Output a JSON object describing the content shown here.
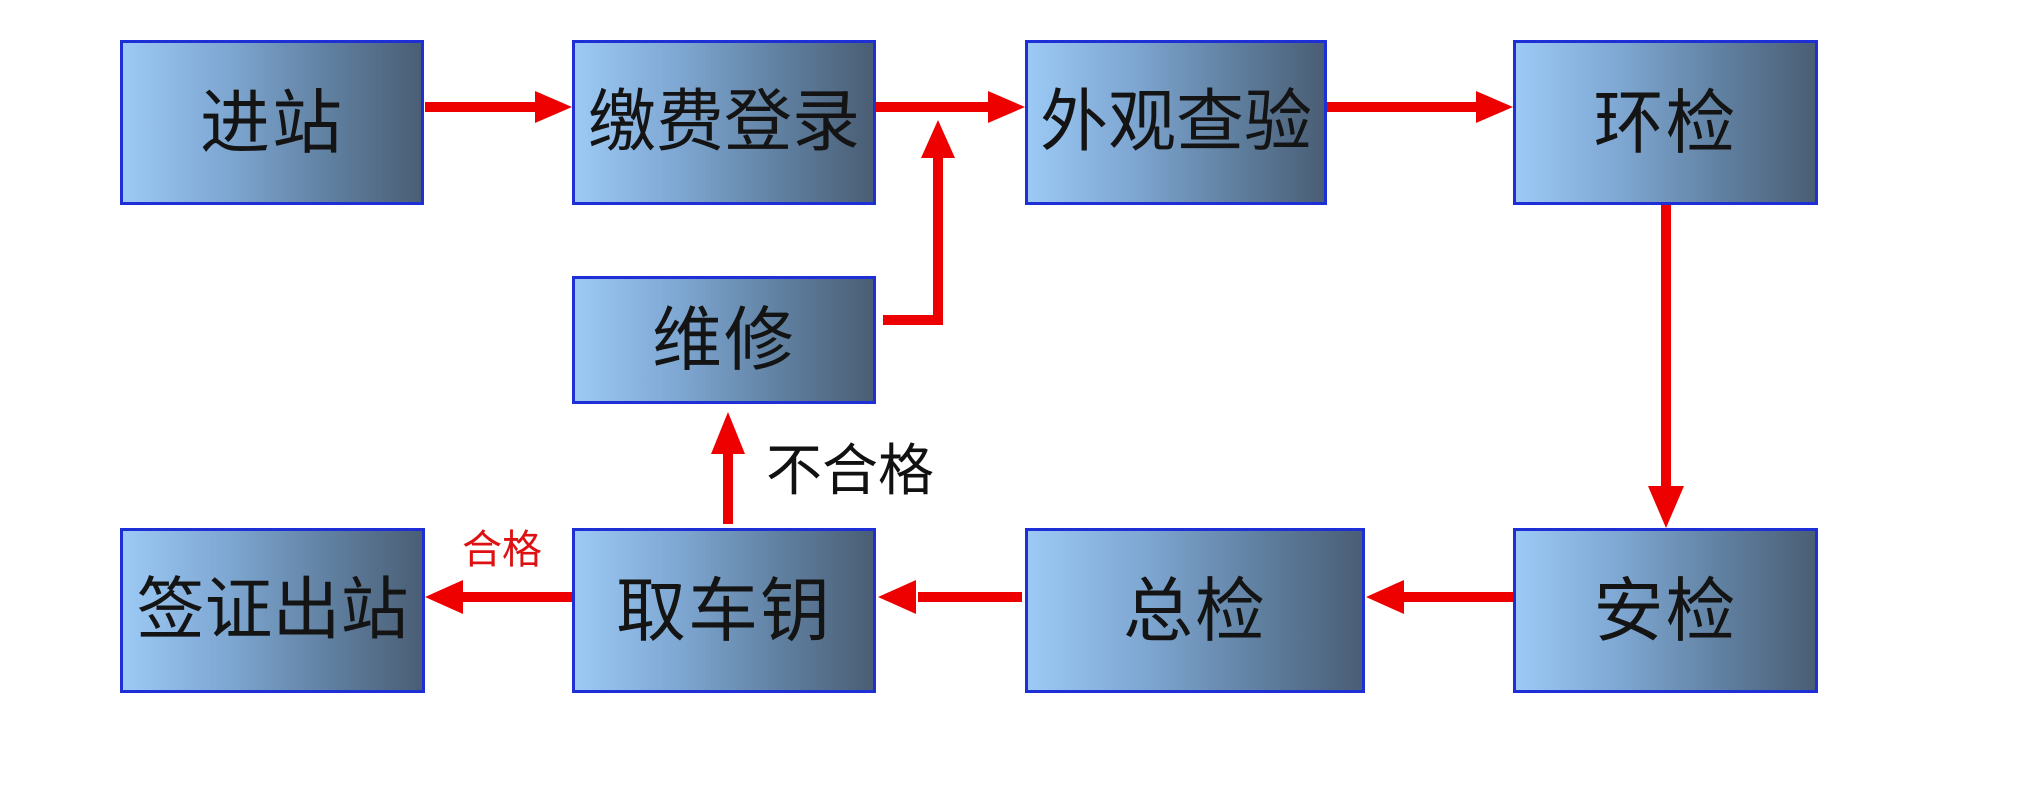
{
  "diagram": {
    "nodes": {
      "enter": "进站",
      "payment": "缴费登录",
      "appearance": "外观查验",
      "env_check": "环检",
      "repair": "维修",
      "safety_check": "安检",
      "final_check": "总检",
      "get_key": "取车钥",
      "exit": "签证出站"
    },
    "edge_labels": {
      "fail": "不合格",
      "pass": "合格"
    },
    "colors": {
      "arrow": "#ee0000",
      "box_border": "#1f2fd6",
      "pass_label": "#dd1111",
      "fail_label": "#111111"
    }
  }
}
